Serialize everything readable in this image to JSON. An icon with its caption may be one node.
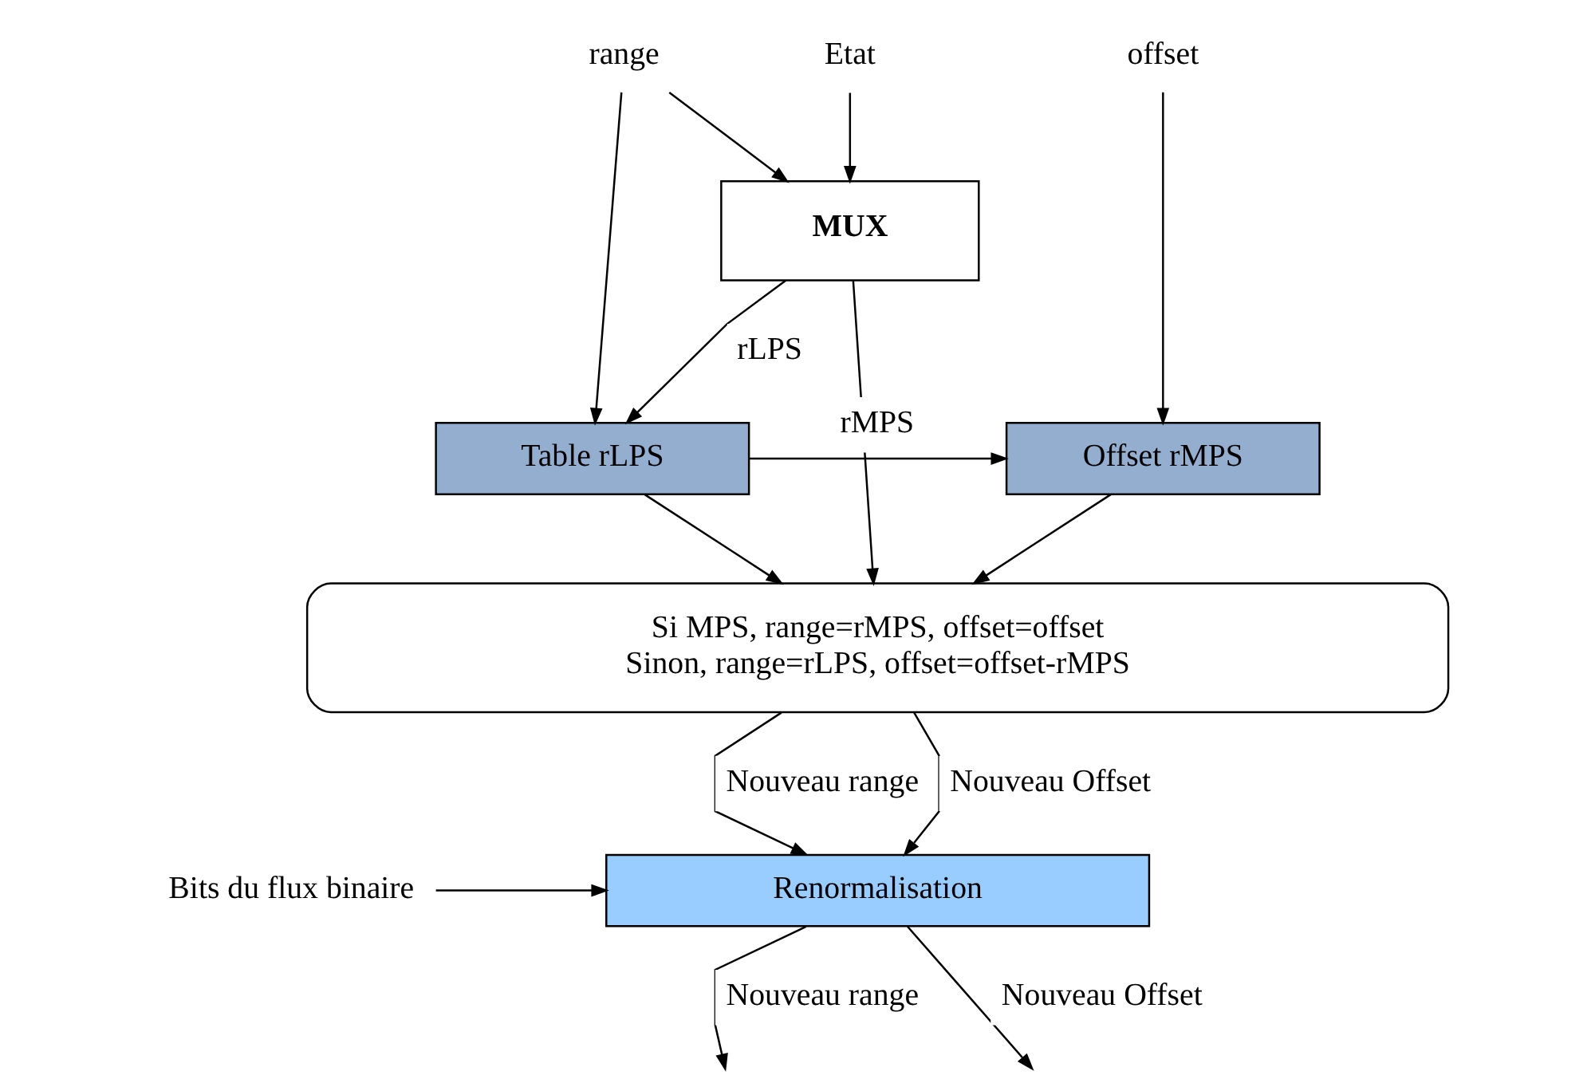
{
  "diagram": {
    "nodes": [
      {
        "text": [
          "offset"
        ]
      },
      {
        "text": [
          "range"
        ]
      },
      {
        "text": [
          "Etat"
        ]
      },
      {
        "text": [
          "MUX"
        ]
      },
      {
        "text": [
          "Offset rMPS"
        ]
      },
      {
        "text": [
          "Table rLPS"
        ]
      },
      {
        "text": [
          "Si MPS, range=rMPS, offset=offset",
          "Sinon, range=rLPS, offset=offset-rMPS"
        ]
      },
      {
        "text": [
          "Bits du flux binaire"
        ]
      },
      {
        "text": [
          "Renormalisation"
        ]
      }
    ],
    "edges": [
      {
        "from": 0,
        "to": 4,
        "arrow": "to"
      },
      {
        "from": 1,
        "to": 3,
        "arrow": "to"
      },
      {
        "from": 1,
        "to": 5,
        "arrow": "to"
      },
      {
        "from": 2,
        "to": 3,
        "arrow": "to"
      },
      {
        "from": 3,
        "to": 5,
        "arrow": "to",
        "label": "rLPS"
      },
      {
        "from": 3,
        "to": 6,
        "arrow": "to"
      },
      {
        "from": 5,
        "to": 4,
        "arrow": "to",
        "label": "rMPS"
      },
      {
        "from": 5,
        "to": 6,
        "arrow": "to"
      },
      {
        "from": 4,
        "to": 6,
        "arrow": "to"
      },
      {
        "from": 6,
        "to": 8,
        "arrow": "to",
        "label": "Nouveau range"
      },
      {
        "from": 6,
        "to": 8,
        "arrow": "to",
        "label": "Nouveau Offset"
      },
      {
        "from": 7,
        "to": 8,
        "arrow": "to"
      },
      {
        "from": 8,
        "to": null,
        "arrow": "to",
        "label": "Nouveau range"
      },
      {
        "from": 8,
        "to": null,
        "arrow": "to",
        "label": "Nouveau Offset"
      }
    ]
  }
}
